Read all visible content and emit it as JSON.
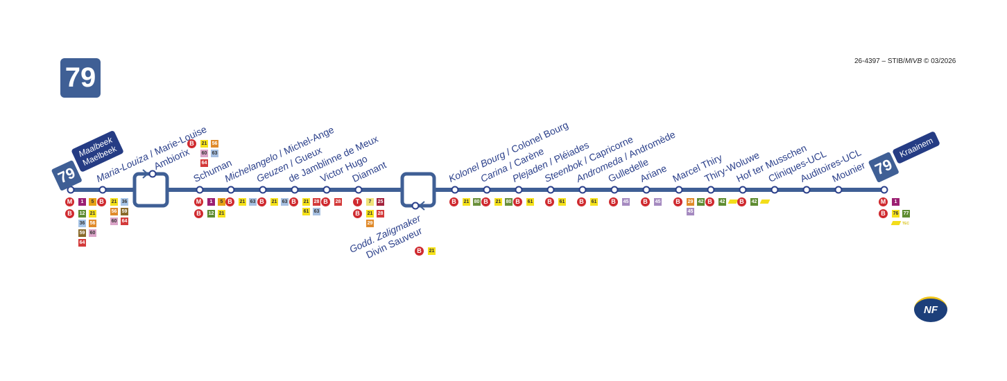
{
  "line_number": "79",
  "credit": {
    "code": "26-4397 – STIB/",
    "italic": "MIVB",
    "rest": " © 03/2026"
  },
  "colors": {
    "line": "#3f5f95",
    "text": "#2a3f8a",
    "mode": "#cf2a2f"
  },
  "terminus_left": {
    "number": "79",
    "dest_nl": "Maalbeek",
    "dest_fr": "Maelbeek"
  },
  "terminus_right": {
    "number": "79",
    "dest": "Kraainem"
  },
  "stops": [
    {
      "nl": "",
      "fr": "",
      "connections": [
        {
          "mode": "M",
          "lines": [
            "1",
            "5"
          ]
        },
        {
          "mode": "B",
          "lines": [
            "12",
            "21",
            "36",
            "56",
            "59",
            "60",
            "64"
          ]
        }
      ]
    },
    {
      "nl": "Maria-Louiza",
      "fr": "Marie-Louise",
      "connections": [
        {
          "mode": "B",
          "lines": [
            "21",
            "36",
            "56",
            "59",
            "60",
            "64"
          ]
        }
      ]
    },
    {
      "nl": "",
      "fr": "Ambiorix",
      "connections": [
        {
          "mode": "B",
          "lines": [
            "21",
            "56",
            "60",
            "63",
            "64"
          ]
        }
      ]
    },
    {
      "nl": "",
      "fr": "Schuman",
      "connections": [
        {
          "mode": "M",
          "lines": [
            "1",
            "5"
          ]
        },
        {
          "mode": "B",
          "lines": [
            "12",
            "21"
          ]
        }
      ]
    },
    {
      "nl": "Michelangelo",
      "fr": "Michel-Ange",
      "connections": [
        {
          "mode": "B",
          "lines": [
            "21",
            "63"
          ]
        }
      ]
    },
    {
      "nl": "Geuzen",
      "fr": "Gueux",
      "connections": [
        {
          "mode": "B",
          "lines": [
            "21",
            "63"
          ]
        }
      ]
    },
    {
      "nl": "",
      "fr": "de Jamblinne de Meux",
      "connections": [
        {
          "mode": "B",
          "lines": [
            "21",
            "28",
            "61",
            "63"
          ]
        }
      ]
    },
    {
      "nl": "",
      "fr": "Victor Hugo",
      "connections": [
        {
          "mode": "B",
          "lines": [
            "28"
          ]
        }
      ]
    },
    {
      "nl": "",
      "fr": "Diamant",
      "connections": [
        {
          "mode": "T",
          "lines": [
            "7",
            "25"
          ]
        },
        {
          "mode": "B",
          "lines": [
            "21",
            "28",
            "29"
          ]
        }
      ]
    },
    {
      "nl": "Godd. Zaligmaker",
      "fr": "Divin Sauveur",
      "connections": [
        {
          "mode": "B",
          "lines": [
            "21"
          ]
        }
      ]
    },
    {
      "nl": "Kolonel Bourg",
      "fr": "Colonel Bourg",
      "connections": [
        {
          "mode": "B",
          "lines": [
            "21",
            "80"
          ]
        }
      ]
    },
    {
      "nl": "Carina",
      "fr": "Carène",
      "connections": [
        {
          "mode": "B",
          "lines": [
            "21",
            "80"
          ]
        }
      ]
    },
    {
      "nl": "Plejaden",
      "fr": "Pléiades",
      "connections": [
        {
          "mode": "B",
          "lines": [
            "61"
          ]
        }
      ]
    },
    {
      "nl": "Steenbok",
      "fr": "Capricorne",
      "connections": [
        {
          "mode": "B",
          "lines": [
            "61"
          ]
        }
      ]
    },
    {
      "nl": "Andromeda",
      "fr": "Andromède",
      "connections": [
        {
          "mode": "B",
          "lines": [
            "61"
          ]
        }
      ]
    },
    {
      "nl": "",
      "fr": "Gulledelle",
      "connections": [
        {
          "mode": "B",
          "lines": [
            "45"
          ]
        }
      ]
    },
    {
      "nl": "",
      "fr": "Ariane",
      "connections": [
        {
          "mode": "B",
          "lines": [
            "45"
          ]
        }
      ]
    },
    {
      "nl": "",
      "fr": "Marcel Thiry",
      "connections": [
        {
          "mode": "B",
          "lines": [
            "29",
            "42",
            "45"
          ]
        }
      ]
    },
    {
      "nl": "",
      "fr": "Thiry-Woluwe",
      "connections": [
        {
          "mode": "B",
          "lines": [
            "42",
            "de-lijn"
          ]
        }
      ]
    },
    {
      "nl": "",
      "fr": "Hof ter Musschen",
      "connections": [
        {
          "mode": "B",
          "lines": [
            "42",
            "de-lijn"
          ]
        }
      ]
    },
    {
      "nl": "",
      "fr": "Cliniques-UCL",
      "connections": []
    },
    {
      "nl": "",
      "fr": "Auditoires-UCL",
      "connections": []
    },
    {
      "nl": "",
      "fr": "Mounier",
      "connections": []
    },
    {
      "nl": "",
      "fr": "",
      "connections": [
        {
          "mode": "M",
          "lines": [
            "1"
          ]
        },
        {
          "mode": "B",
          "lines": [
            "76",
            "77",
            "de-lijn",
            "tec"
          ]
        }
      ]
    }
  ],
  "line_colors": {
    "1": "#9b1f72",
    "5": "#e7a117",
    "7": "#efe37a",
    "12": "#5e8c31",
    "21": "#f5e11a",
    "25": "#a3223c",
    "28": "#d33a3a",
    "29": "#e08a2a",
    "36": "#a7c5e8",
    "42": "#5e8c31",
    "45": "#a58ac0",
    "56": "#e08a2a",
    "59": "#8a6a2a",
    "60": "#dba4c8",
    "61": "#f5e11a",
    "63": "#a6bfe0",
    "64": "#d33a3a",
    "76": "#f5e11a",
    "77": "#5e8c31",
    "80": "#6a8f3a"
  },
  "nf_logo": "NF"
}
